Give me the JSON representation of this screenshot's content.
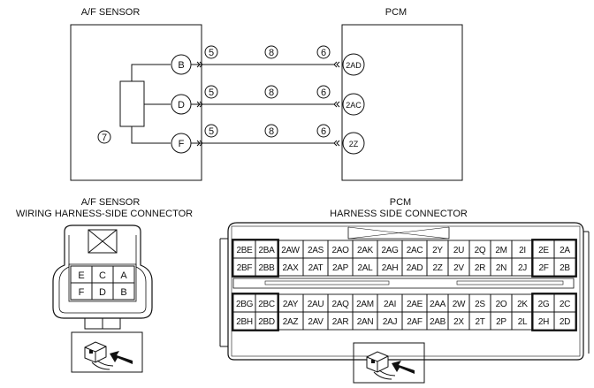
{
  "titles": {
    "af_sensor": "A/F SENSOR",
    "pcm": "PCM",
    "af_connector_line1": "A/F SENSOR",
    "af_connector_line2": "WIRING HARNESS-SIDE CONNECTOR",
    "pcm_connector_line1": "PCM",
    "pcm_connector_line2": "HARNESS SIDE CONNECTOR"
  },
  "sensor_terminals": [
    "B",
    "D",
    "F"
  ],
  "pcm_terminals": [
    "2AD",
    "2AC",
    "2Z"
  ],
  "wire_callouts": [
    "5",
    "8",
    "6"
  ],
  "sensor_callout": "7",
  "af_connector_pins": [
    [
      "E",
      "C",
      "A"
    ],
    [
      "F",
      "D",
      "B"
    ]
  ],
  "pcm_connector_rows": [
    [
      "2BE",
      "2BA",
      "2AW",
      "2AS",
      "2AO",
      "2AK",
      "2AG",
      "2AC",
      "2Y",
      "2U",
      "2Q",
      "2M",
      "2I",
      "2E",
      "2A"
    ],
    [
      "2BF",
      "2BB",
      "2AX",
      "2AT",
      "2AP",
      "2AL",
      "2AH",
      "2AD",
      "2Z",
      "2V",
      "2R",
      "2N",
      "2J",
      "2F",
      "2B"
    ],
    [
      "2BG",
      "2BC",
      "2AY",
      "2AU",
      "2AQ",
      "2AM",
      "2AI",
      "2AE",
      "2AA",
      "2W",
      "2S",
      "2O",
      "2K",
      "2G",
      "2C"
    ],
    [
      "2BH",
      "2BD",
      "2AZ",
      "2AV",
      "2AR",
      "2AN",
      "2AJ",
      "2AF",
      "2AB",
      "2X",
      "2T",
      "2P",
      "2L",
      "2H",
      "2D"
    ]
  ]
}
